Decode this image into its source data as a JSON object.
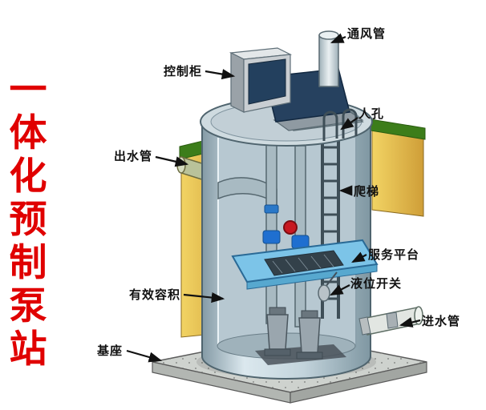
{
  "title": {
    "vertical_text": "一体化预制泵站",
    "color": "#e00000"
  },
  "labels": {
    "vent_pipe": "通风管",
    "control_cabinet": "控制柜",
    "manhole": "人孔",
    "outlet_pipe": "出水管",
    "ladder": "爬梯",
    "service_platform": "服务平台",
    "level_switch": "液位开关",
    "inlet_pipe": "进水管",
    "effective_volume": "有效容积",
    "base": "基座"
  },
  "colors": {
    "soil": "#e9c44e",
    "grass": "#3c7d1a",
    "tank_body": "#c3d4dc",
    "tank_lid": "#cfdbe0",
    "service_platform": "#7cc4e8",
    "coupling_blue": "#1f6fd0",
    "valve_red": "#c81820",
    "base_slab": "#ced2ce",
    "label_text": "#111111",
    "arrow": "#111111"
  }
}
